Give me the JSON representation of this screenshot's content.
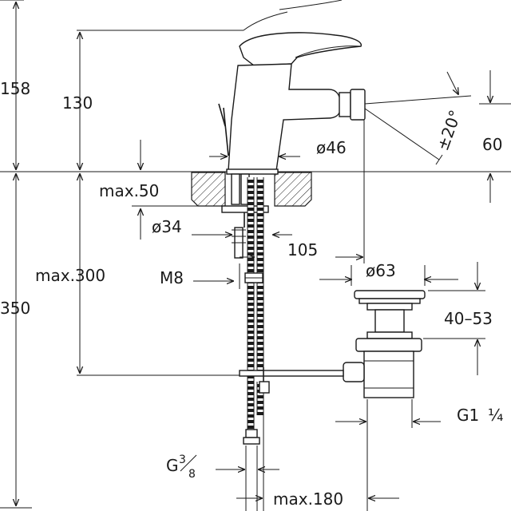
{
  "dimensions": {
    "total_height_above": "158",
    "spout_height": "130",
    "total_height_below": "350",
    "max_300": "max.300",
    "max_50": "max.50",
    "dia_46": "ø46",
    "dia_34": "ø34",
    "reach_105": "105",
    "thread_m8": "M8",
    "dia_63": "ø63",
    "range_40_53": "40–53",
    "thread_g1": "G1",
    "thread_g1_frac": "¼",
    "thread_g3": "G",
    "thread_g3_num": "3",
    "thread_g3_den": "8",
    "max_180": "max.180",
    "height_60": "60",
    "angle_20": "±20°"
  }
}
